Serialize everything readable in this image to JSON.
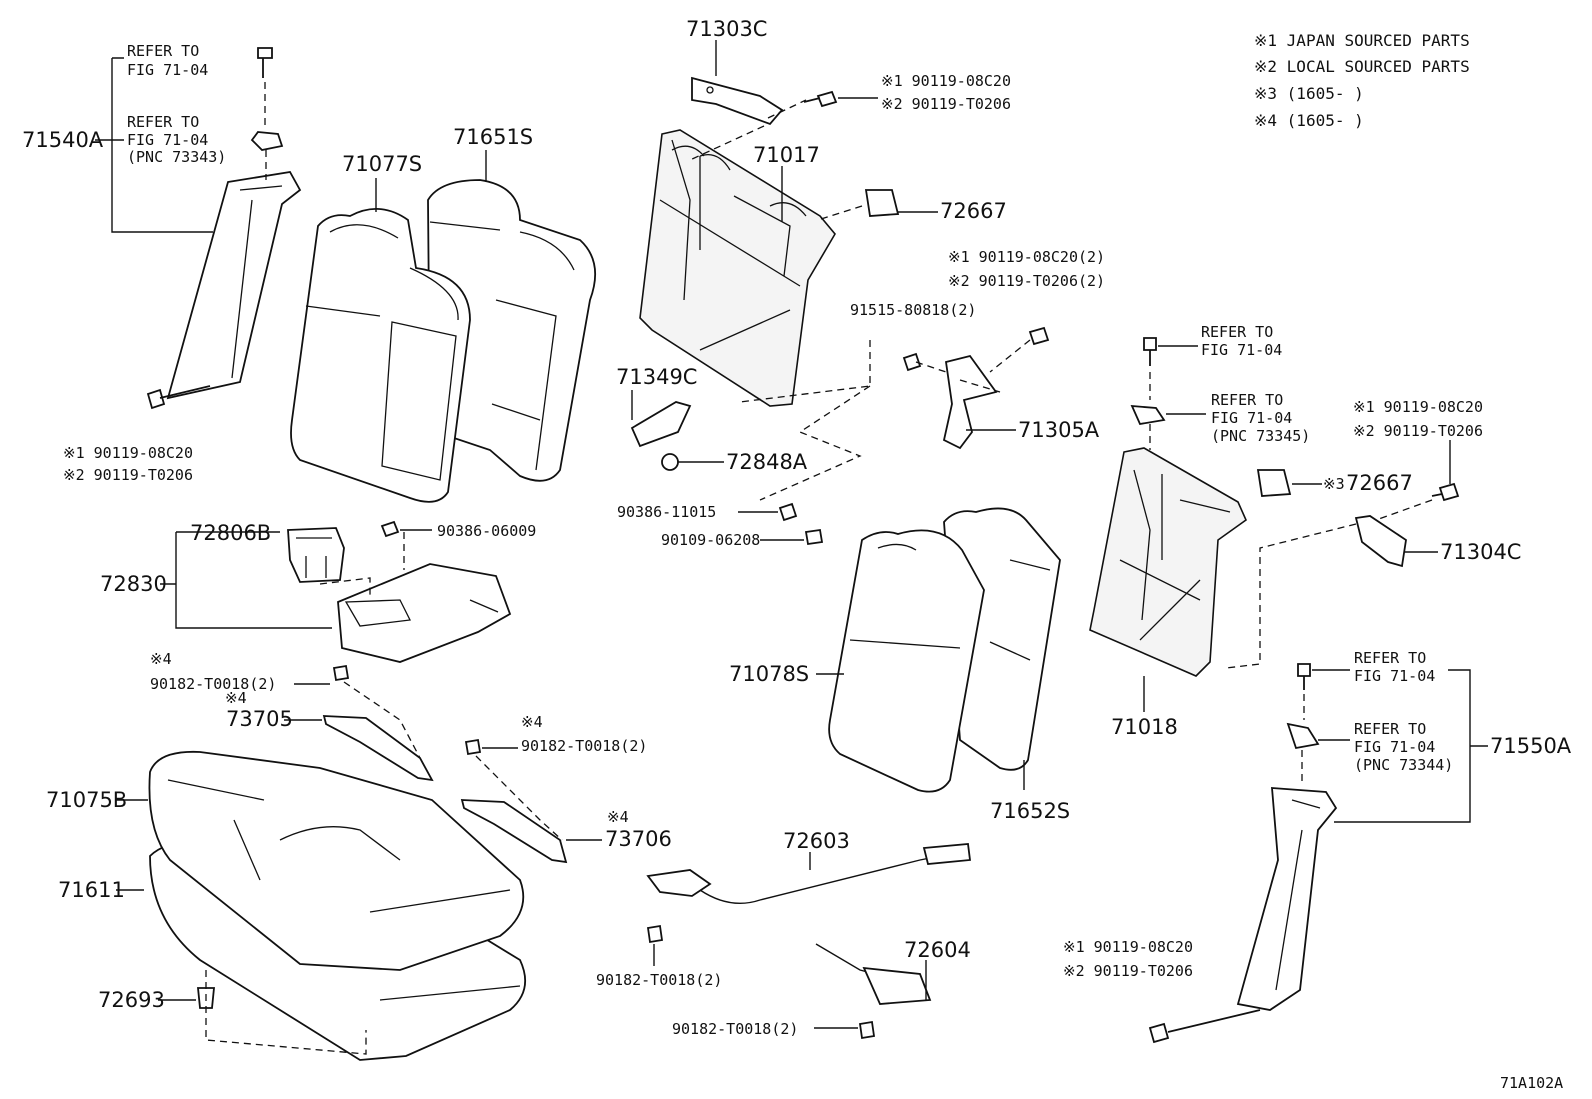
{
  "legend": [
    "※1 JAPAN SOURCED PARTS",
    "※2 LOCAL SOURCED PARTS",
    "※3 (1605-      )",
    "※4 (1605-      )"
  ],
  "figure_code": "71A102A",
  "parts": {
    "p71540A": "71540A",
    "p71077S": "71077S",
    "p71651S": "71651S",
    "p71303C": "71303C",
    "p71017": "71017",
    "p72667a": "72667",
    "p72667b": "72667",
    "p71349C": "71349C",
    "p72848A": "72848A",
    "p71305A": "71305A",
    "p72806B": "72806B",
    "p72830": "72830",
    "p73705": "73705",
    "p73706": "73706",
    "p71075B": "71075B",
    "p71611": "71611",
    "p72693": "72693",
    "p72603": "72603",
    "p72604": "72604",
    "p71078S": "71078S",
    "p71652S": "71652S",
    "p71018": "71018",
    "p71304C": "71304C",
    "p71550A": "71550A"
  },
  "small": {
    "refer_to": "REFER TO",
    "fig": "FIG 71-04",
    "pnc_73343": "(PNC 73343)",
    "pnc_73345": "(PNC 73345)",
    "pnc_73344": "(PNC 73344)",
    "j_08C20": "※1 90119-08C20",
    "l_T0206": "※2 90119-T0206",
    "j_08C20_2": "※1 90119-08C20(2)",
    "l_T0206_2": "※2 90119-T0206(2)",
    "n_91515": "91515-80818(2)",
    "n_90386_06009": "90386-06009",
    "n_90386_11015": "90386-11015",
    "n_90109": "90109-06208",
    "n_90182_2": "90182-T0018(2)",
    "mark4": "※4",
    "mark3": "※3"
  }
}
